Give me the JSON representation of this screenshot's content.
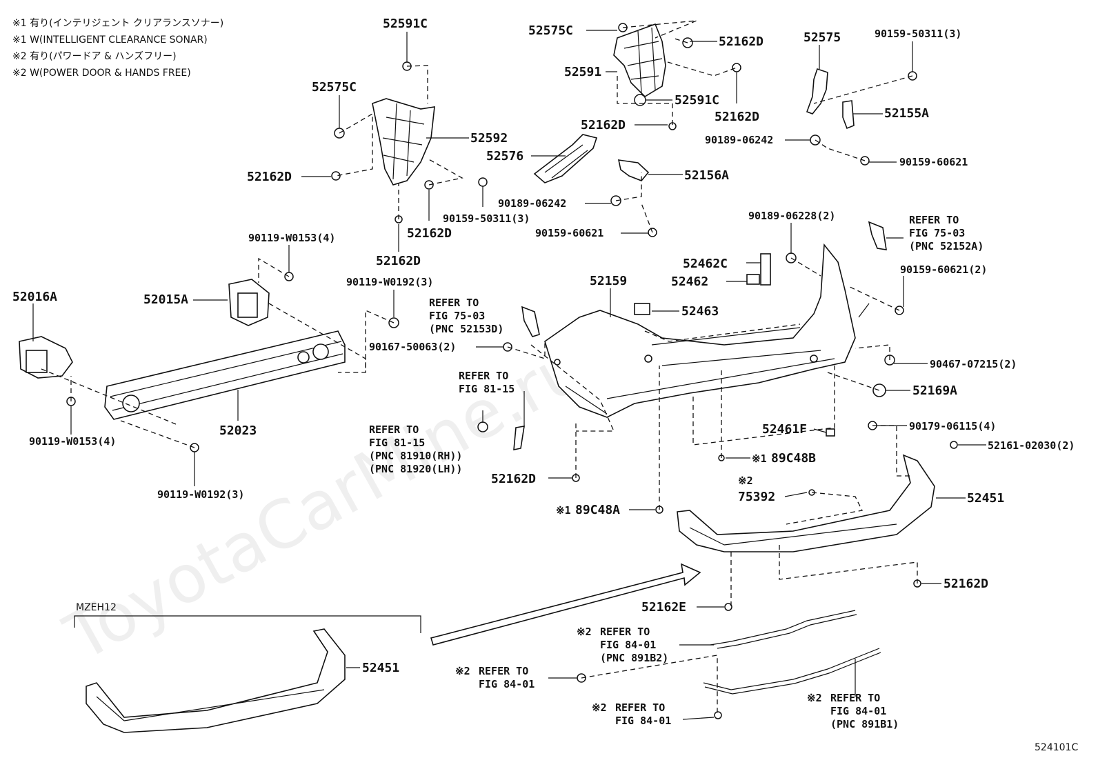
{
  "notes": [
    "※1 有り(インテリジェント クリアランスソナー)",
    "※1 W(INTELLIGENT CLEARANCE SONAR)",
    "※2 有り(パワードア & ハンズフリー)",
    "※2 W(POWER DOOR & HANDS FREE)"
  ],
  "watermark": "ToyotaCarMine.ru",
  "figure_code": "524101C",
  "model_bracket_label": "MZEH12",
  "labels": {
    "l01": "52591C",
    "l02": "52575C",
    "l03": "52592",
    "l04": "52162D",
    "l05": "52576",
    "l06": "52162D",
    "l07": "90159-50311(3)",
    "l08": "52162D",
    "l09": "52575C",
    "l10": "52162D",
    "l11": "52591",
    "l12": "52591C",
    "l13": "52162D",
    "l14": "52162D",
    "l15": "52156A",
    "l16": "90189-06242",
    "l17": "90159-60621",
    "l18": "52575",
    "l19": "90159-50311(3)",
    "l20": "52155A",
    "l21": "90189-06242",
    "l22": "90159-60621",
    "l23": "90119-W0153(4)",
    "l24": "52016A",
    "l25": "52015A",
    "l26": "52023",
    "l27": "90119-W0153(4)",
    "l28": "90119-W0192(3)",
    "l29": "90119-W0192(3)",
    "l30": "90167-50063(2)",
    "l31": "52159",
    "l32": "52462C",
    "l33": "52462",
    "l34": "52463",
    "l35": "90189-06228(2)",
    "l36": "90159-60621(2)",
    "l37": "90467-07215(2)",
    "l38": "52169A",
    "l39": "52461F",
    "l40": "90179-06115(4)",
    "l41": "52161-02030(2)",
    "l42": "89C48B",
    "l43": "52451",
    "l44": "75392",
    "l45": "89C48A",
    "l46": "52162D",
    "l47": "52162D",
    "l48": "52162E",
    "l49": "52451"
  },
  "refs": {
    "r1": [
      "REFER TO",
      "FIG 75-03",
      "(PNC 52153D)"
    ],
    "r2": [
      "REFER TO",
      "FIG 75-03",
      "(PNC 52152A)"
    ],
    "r3": [
      "REFER TO",
      "FIG 81-15"
    ],
    "r4": [
      "REFER TO",
      "FIG 81-15",
      "(PNC 81910(RH))",
      "(PNC 81920(LH))"
    ],
    "r5": [
      "REFER TO",
      "FIG 84-01",
      "(PNC 891B2)"
    ],
    "r6": [
      "REFER TO",
      "FIG 84-01"
    ],
    "r7": [
      "REFER TO",
      "FIG 84-01"
    ],
    "r8": [
      "REFER TO",
      "FIG 84-01",
      "(PNC 891B1)"
    ]
  },
  "marks": {
    "m1": "※1",
    "m2": "※1",
    "m3": "※2",
    "m4": "※2",
    "m5": "※2",
    "m6": "※2",
    "m7": "※2"
  }
}
